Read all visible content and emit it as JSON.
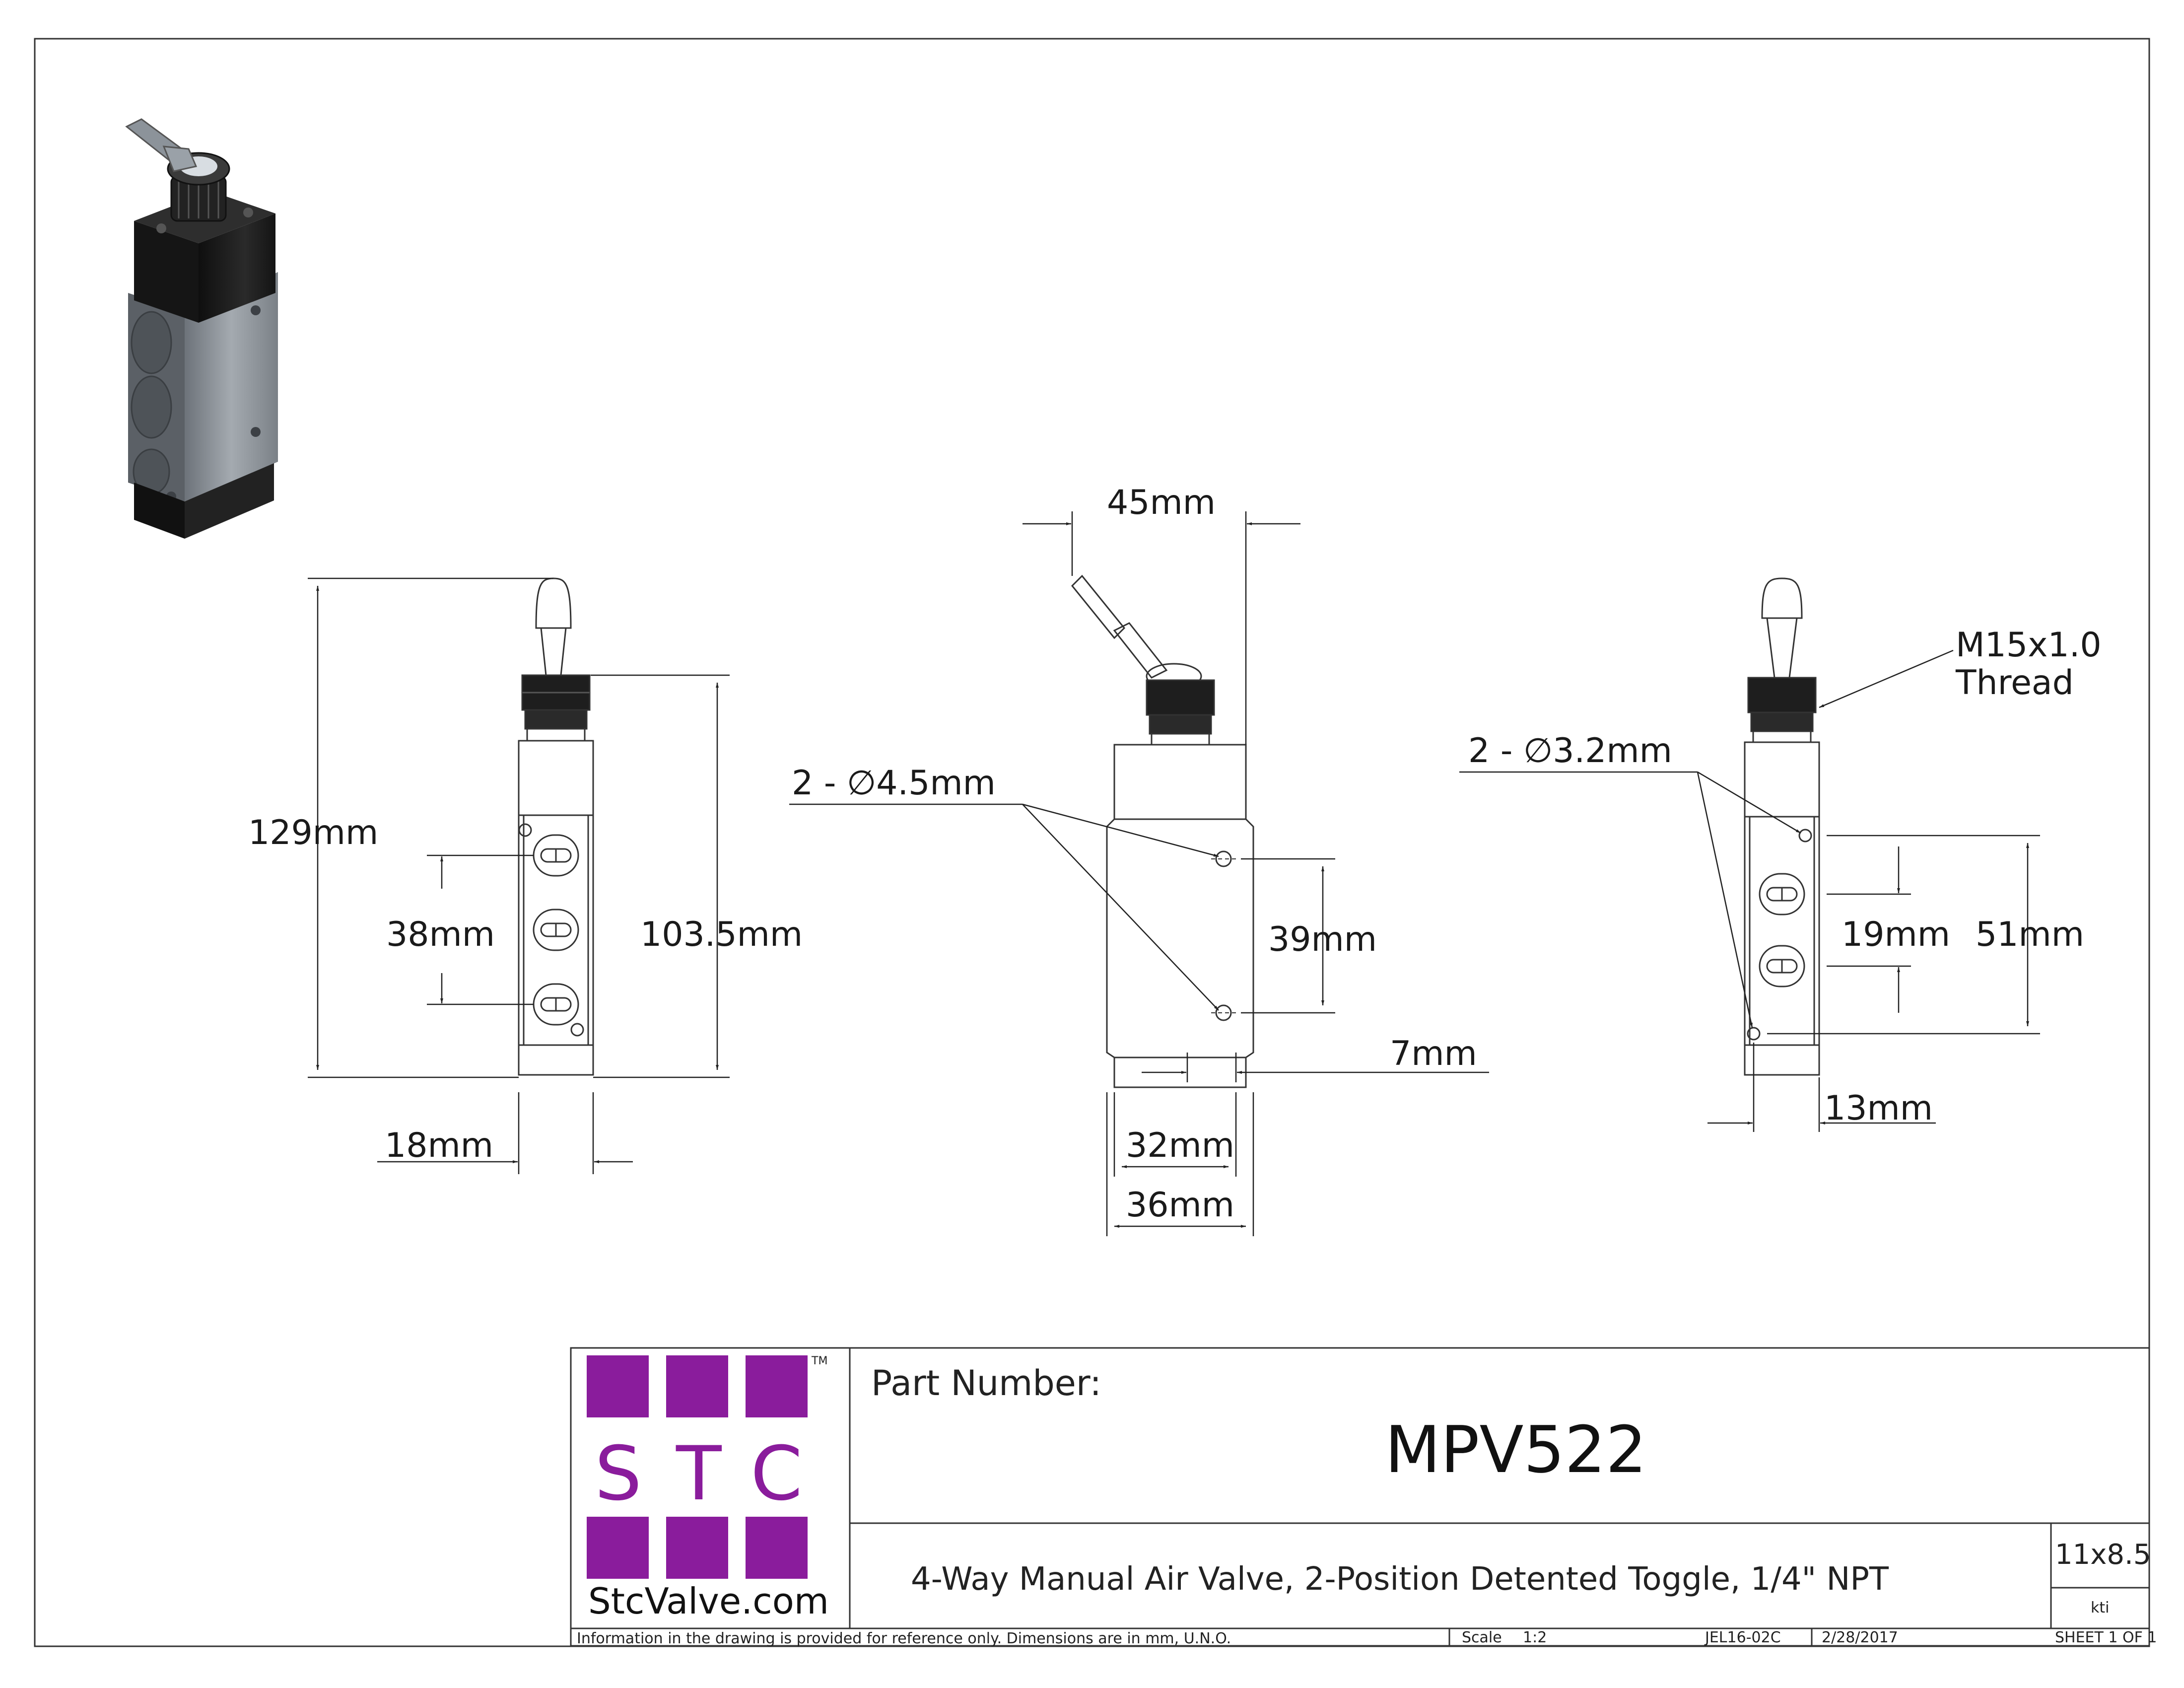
{
  "views": {
    "front": {
      "dims": {
        "overall_height": "129mm",
        "port_pitch": "38mm",
        "body_height": "103.5mm",
        "width": "18mm"
      }
    },
    "side": {
      "dims": {
        "handle_reach": "45mm",
        "hole_callout": "2 - ∅4.5mm",
        "hole_spacing": "39mm",
        "hole_offset": "7mm",
        "inner_width": "32mm",
        "outer_width": "36mm"
      }
    },
    "back": {
      "dims": {
        "thread_line1": "M15x1.0",
        "thread_line2": "Thread",
        "hole_callout": "2 - ∅3.2mm",
        "port_pitch": "19mm",
        "hole_spacing": "51mm",
        "hole_offset": "13mm"
      }
    }
  },
  "title_block": {
    "logo_letters": [
      "S",
      "T",
      "C"
    ],
    "trademark": "TM",
    "logo_url": "StcValve.com",
    "part_number_label": "Part Number:",
    "part_number": "MPV522",
    "description": "4-Way Manual Air Valve, 2-Position Detented Toggle, 1/4\" NPT",
    "sheet_size": "11x8.5",
    "drawn_by": "kti",
    "note": "Information in the drawing is provided for reference only. Dimensions are in mm, U.N.O.",
    "scale_label": "Scale",
    "scale_value": "1:2",
    "drawing_id": "JEL16-02C",
    "date": "2/28/2017",
    "sheet": "SHEET 1 OF 1"
  },
  "colors": {
    "logo_purple": "#8a1c9c",
    "body_gray": "#8d939a",
    "end_cap_black": "#1c1c1c",
    "line": "#222222"
  }
}
